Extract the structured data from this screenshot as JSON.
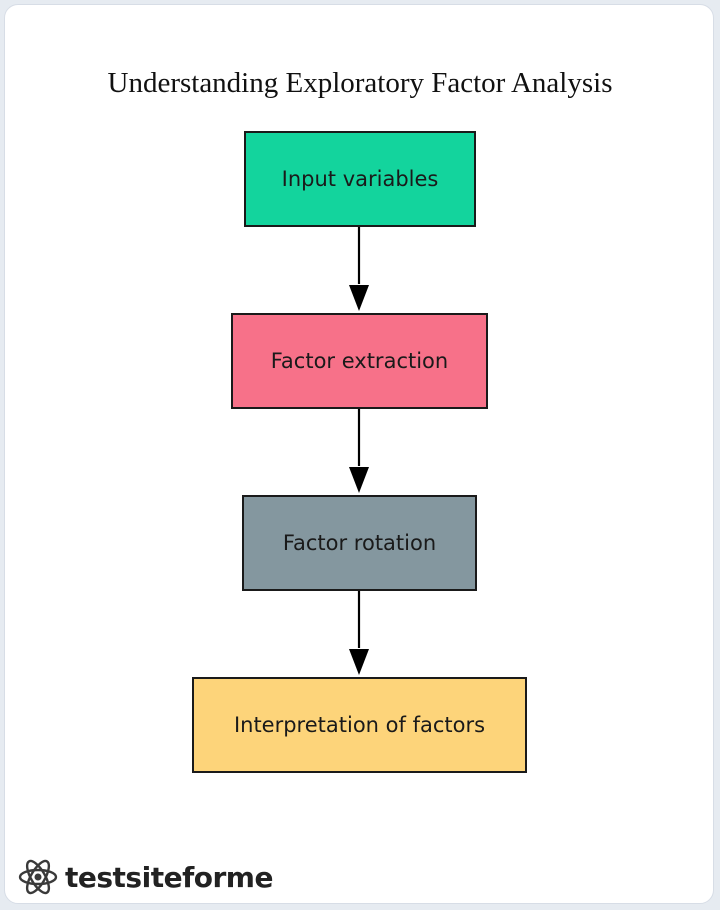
{
  "title": "Understanding Exploratory Factor Analysis",
  "nodes": [
    {
      "label": "Input variables",
      "color": "#13d49d"
    },
    {
      "label": "Factor extraction",
      "color": "#f77189"
    },
    {
      "label": "Factor rotation",
      "color": "#84979f"
    },
    {
      "label": "Interpretation of factors",
      "color": "#fdd47a"
    }
  ],
  "edges": [
    {
      "from": 0,
      "to": 1
    },
    {
      "from": 1,
      "to": 2
    },
    {
      "from": 2,
      "to": 3
    }
  ],
  "brand": {
    "name": "testsiteforme",
    "icon": "atom-icon"
  }
}
